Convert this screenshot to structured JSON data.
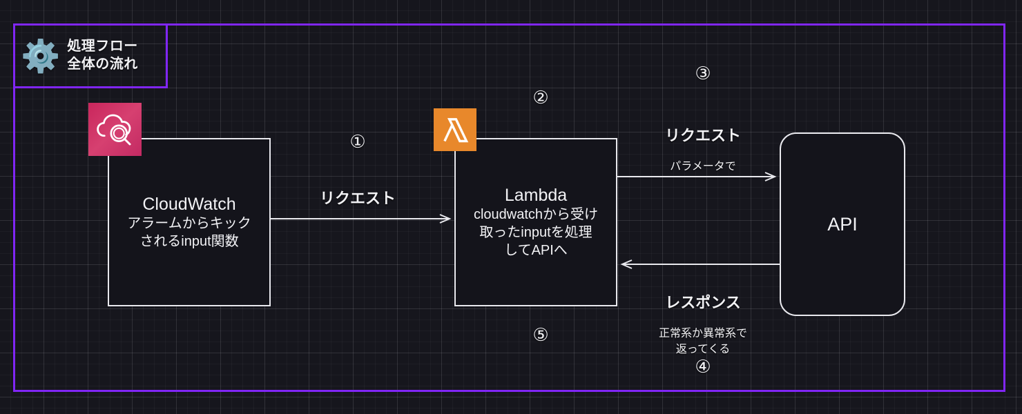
{
  "colors": {
    "accent_purple": "#8026f5",
    "background": "#16161d",
    "node_fill": "#14141b",
    "node_stroke": "#e9e9ee",
    "cloudwatch_badge": "#c9265c",
    "lambda_badge": "#e8882b",
    "text": "#f2f2f5"
  },
  "title_badge": {
    "icon": "gear-icon",
    "icon_glyph": "⚙️",
    "text": "処理フロー\n全体の流れ"
  },
  "nodes": [
    {
      "id": "cloudwatch",
      "icon": "cloudwatch-icon",
      "title": "CloudWatch",
      "desc": "アラームからキック\nされるinput関数"
    },
    {
      "id": "lambda",
      "icon": "lambda-icon",
      "title": "Lambda",
      "desc": "cloudwatchから受け\n取ったinputを処理\nしてAPIへ"
    },
    {
      "id": "api",
      "icon": null,
      "title": "API",
      "desc": ""
    }
  ],
  "edges": [
    {
      "id": "cloudwatch-to-lambda",
      "main": "リクエスト",
      "sub": ""
    },
    {
      "id": "lambda-to-api",
      "main": "リクエスト",
      "sub": "パラメータで"
    },
    {
      "id": "api-to-lambda",
      "main": "レスポンス",
      "sub": "正常系か異常系で\n返ってくる"
    }
  ],
  "steps": {
    "one": "①",
    "two": "②",
    "three": "③",
    "four": "④",
    "five": "⑤"
  }
}
